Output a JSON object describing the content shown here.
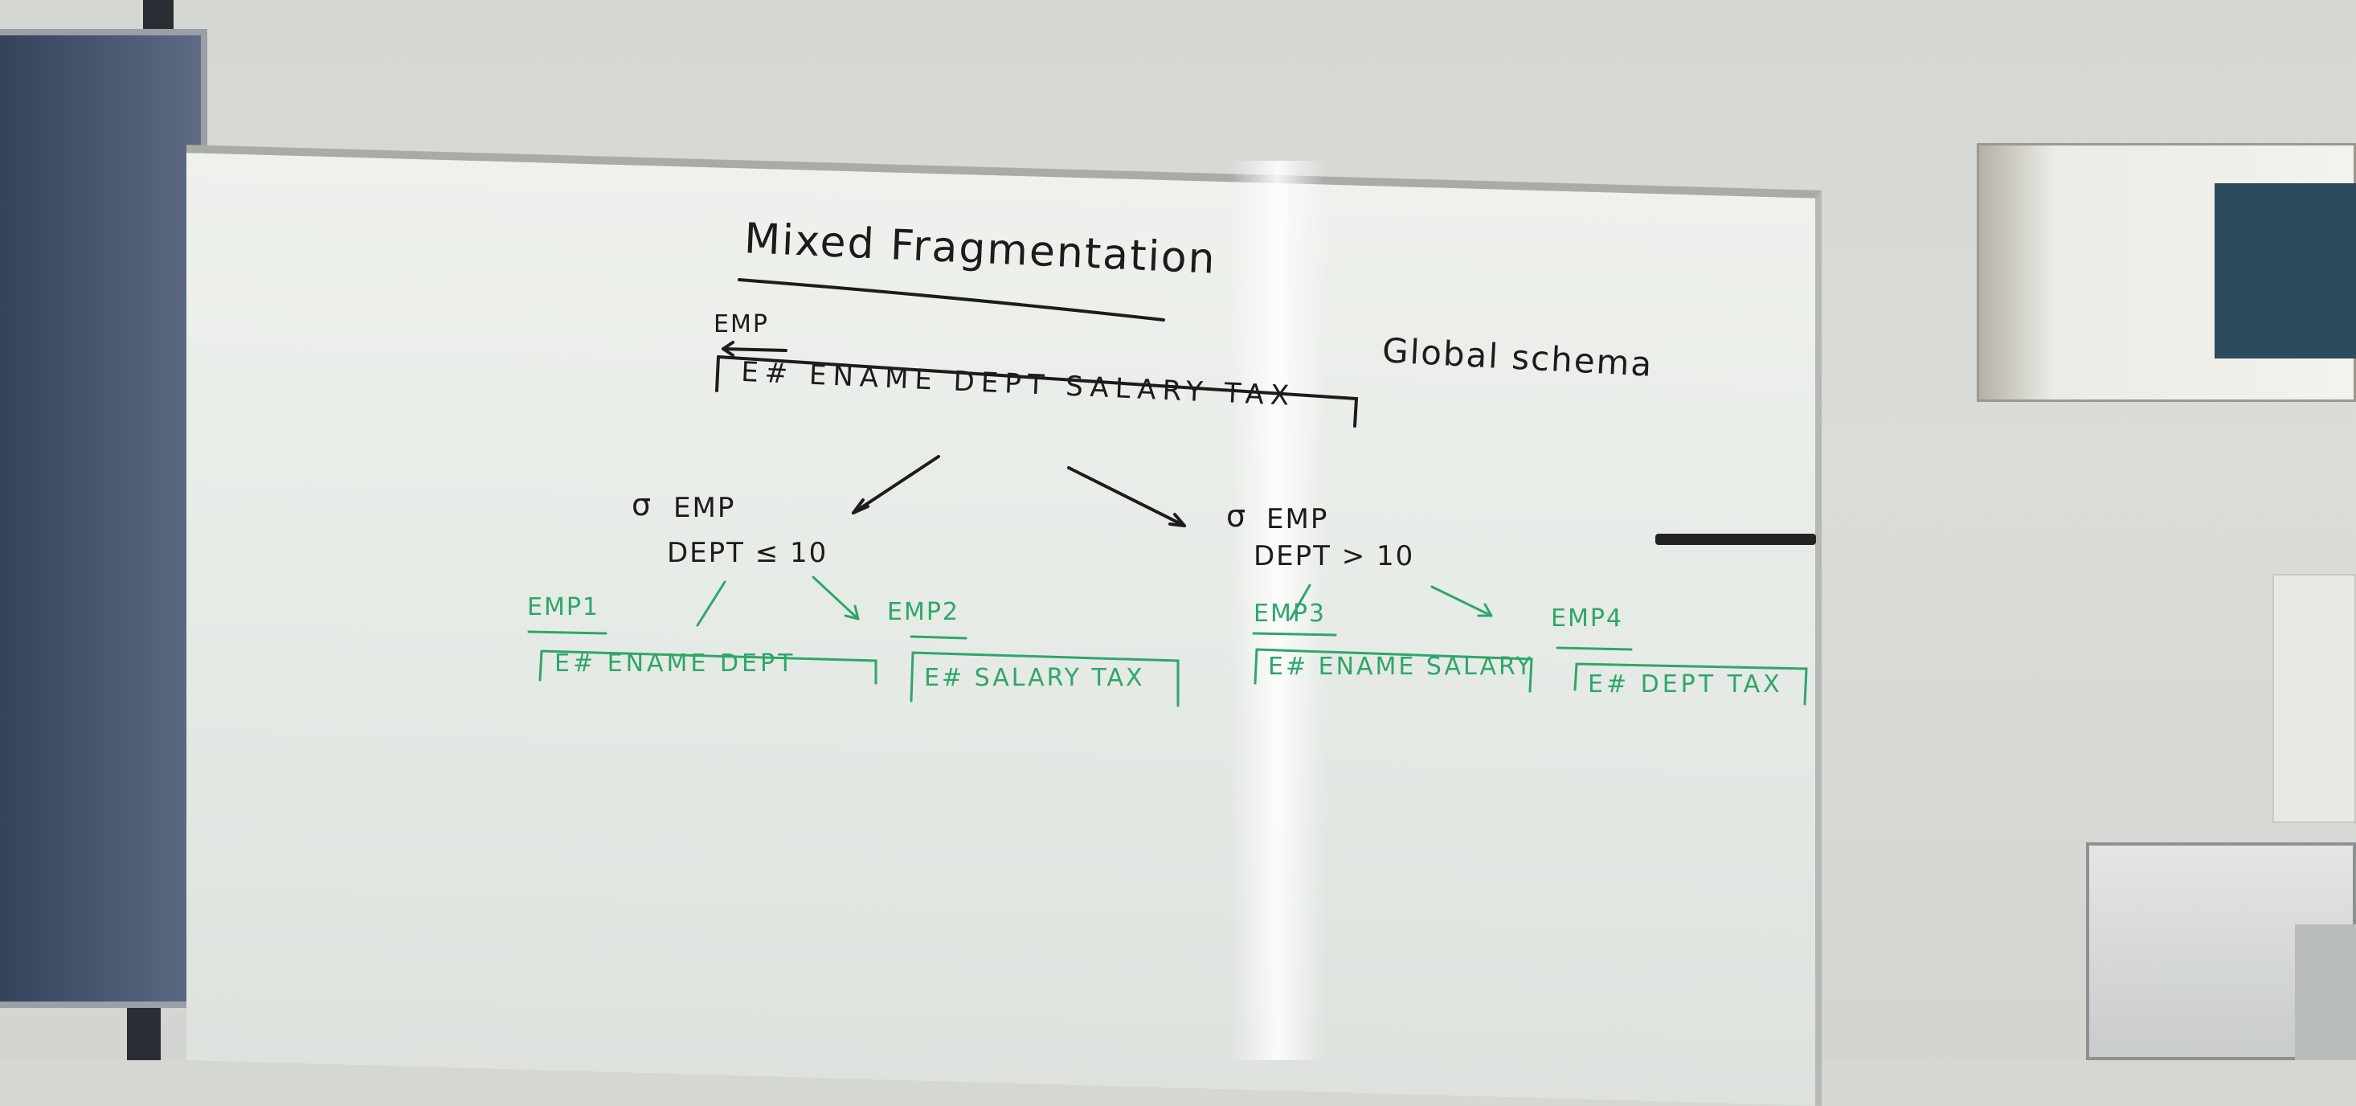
{
  "whiteboard": {
    "title": "Mixed Fragmentation",
    "global_schema_label": "Global schema",
    "global_relation": {
      "name": "EMP",
      "attributes": "E# ENAME DEPT SALARY TAX"
    },
    "left_branch": {
      "selection_symbol": "σ",
      "relation": "EMP",
      "predicate": "DEPT ≤ 10",
      "fragments": [
        {
          "name": "EMP1",
          "attributes": "E# ENAME DEPT"
        },
        {
          "name": "EMP2",
          "attributes": "E# SALARY TAX"
        }
      ]
    },
    "right_branch": {
      "selection_symbol": "σ",
      "relation": "EMP",
      "predicate": "DEPT > 10",
      "fragments": [
        {
          "name": "EMP3",
          "attributes": "E# ENAME SALARY"
        },
        {
          "name": "EMP4",
          "attributes": "E# DEPT TAX"
        }
      ]
    },
    "ink_colors": {
      "primary": "#1a1c1e",
      "fragments": "#2fa66a"
    }
  }
}
